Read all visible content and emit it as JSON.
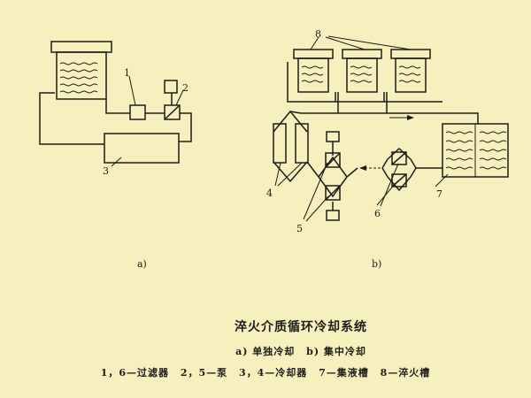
{
  "diagram": {
    "labels": {
      "a_filter": "1",
      "a_pump": "2",
      "a_cooler": "3",
      "b_quench_tanks": "8",
      "b_coolers": "4",
      "b_pumps": "5",
      "b_filters": "6",
      "b_collect_tank": "7"
    },
    "panel_a": "a)",
    "panel_b": "b)"
  },
  "caption": {
    "title": "淬火介质循环冷却系统",
    "subtitle": {
      "a": "a) 单独冷却",
      "b": "b) 集中冷却"
    },
    "legend": [
      "1，6—过滤器",
      "2，5—泵",
      "3，4—冷却器",
      "7—集液槽",
      "8—淬火槽"
    ]
  },
  "colors": {
    "background": "#f6efbe",
    "ink": "#1e1c18"
  }
}
